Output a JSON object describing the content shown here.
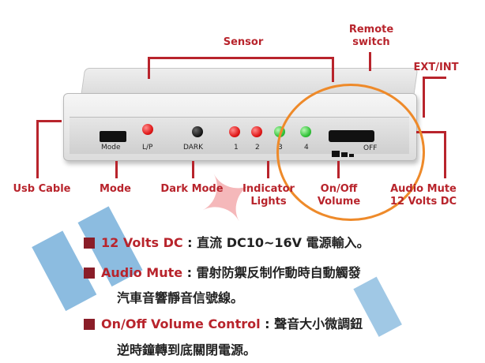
{
  "labels": {
    "sensor": "Sensor",
    "remote_switch_line1": "Remote",
    "remote_switch_line2": "switch",
    "ext_int": "EXT/INT",
    "usb_cable": "Usb Cable",
    "mode": "Mode",
    "dark_mode": "Dark Mode",
    "indicator_lights_line1": "Indicator",
    "indicator_lights_line2": "Lights",
    "onoff_volume_line1": "On/Off",
    "onoff_volume_line2": "Volume",
    "audio_mute_line1": "Audio Mute",
    "audio_mute_line2": "12 Volts DC"
  },
  "panel_markings": {
    "mode": "Mode",
    "lp": "L/P",
    "dark": "DARK",
    "n1": "1",
    "n2": "2",
    "n3": "3",
    "n4": "4",
    "off": "OFF"
  },
  "bullets": [
    {
      "title": "12 Volts DC",
      "sep": " : ",
      "text": "直流 DC10~16V 電源輸入。",
      "cont": ""
    },
    {
      "title": "Audio Mute",
      "sep": " : ",
      "text": "雷射防禦反制作動時自動觸發",
      "cont": "汽車音響靜音信號線。"
    },
    {
      "title": "On/Off Volume Control",
      "sep": " : ",
      "text": "聲音大小微調鈕",
      "cont": "逆時鐘轉到底關閉電源。"
    }
  ],
  "colors": {
    "accent_red": "#b8242c",
    "highlight_orange": "#ee8a2a",
    "led_red": "#e11b1b",
    "led_green": "#34c43a",
    "watermark_blue": "#2f86c7",
    "watermark_red": "#e4363b"
  }
}
